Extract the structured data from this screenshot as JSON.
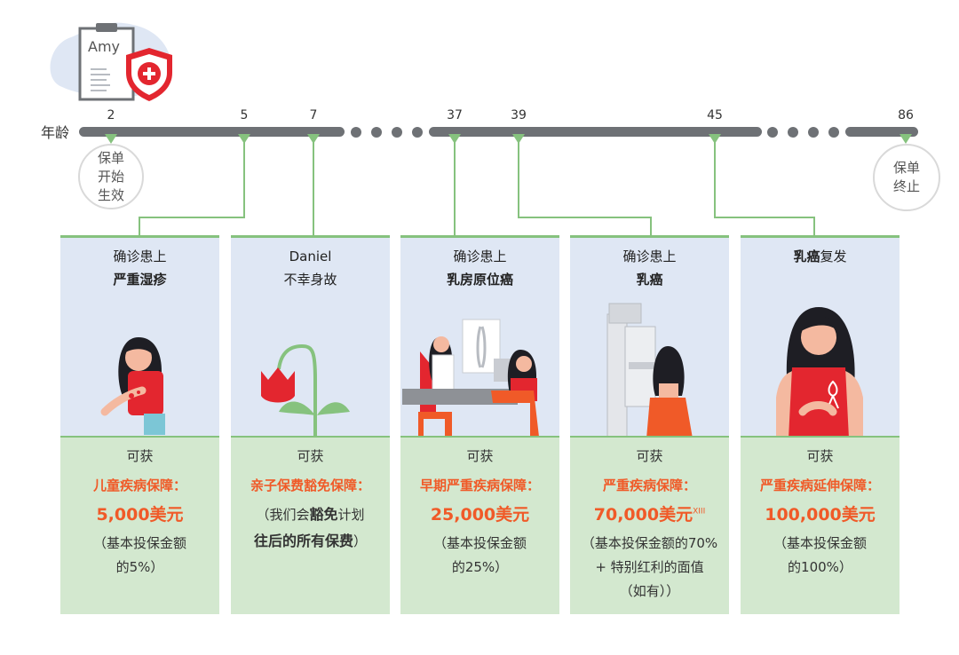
{
  "header": {
    "clipboard_name": "Amy",
    "age_label": "年龄"
  },
  "timeline": {
    "ticks": [
      "2",
      "5",
      "7",
      "37",
      "39",
      "45",
      "86"
    ],
    "start_circle": [
      "保单",
      "开始",
      "生效"
    ],
    "end_circle": [
      "保单",
      "终止"
    ]
  },
  "colors": {
    "accent_orange": "#f05a28",
    "line_green": "#86c27e",
    "card_top_blue": "#dfe7f4",
    "card_bottom_green": "#d3e8cf",
    "timeline_grey": "#6e7175",
    "shield_red": "#e3262f"
  },
  "cards": [
    {
      "title_line1": "确诊患上",
      "title_line2": "严重湿疹",
      "illustration": "girl-with-eczema",
      "gain": "可获",
      "benefit": "儿童疾病保障：",
      "amount": "5,000美元",
      "note_line1": "（基本投保金额",
      "note_line2": "的5%）"
    },
    {
      "title_line1": "Daniel",
      "title_line2": "不幸身故",
      "illustration": "wilted-flower",
      "gain": "可获",
      "benefit": "亲子保费豁免保障：",
      "note_a": "（我们会",
      "note_b": "豁免",
      "note_c": "计划",
      "note_d": "往后的所有保费",
      "note_e": "）"
    },
    {
      "title_line1": "确诊患上",
      "title_line2": "乳房原位癌",
      "illustration": "doctor-consultation",
      "gain": "可获",
      "benefit": "早期严重疾病保障：",
      "amount": "25,000美元",
      "note_line1": "（基本投保金额",
      "note_line2": "的25%）"
    },
    {
      "title_line1": "确诊患上",
      "title_line2": "乳癌",
      "illustration": "mammogram-machine",
      "gain": "可获",
      "benefit": "严重疾病保障：",
      "amount": "70,000美元",
      "amount_sup": "XIII",
      "note_line1": "（基本投保金额的70%",
      "note_line2": "+ 特别红利的面值",
      "note_line3": "（如有））"
    },
    {
      "title_bold": "乳癌",
      "title_rest": "复发",
      "illustration": "woman-with-ribbon",
      "gain": "可获",
      "benefit": "严重疾病延伸保障：",
      "amount": "100,000美元",
      "note_line1": "（基本投保金额",
      "note_line2": "的100%）"
    }
  ]
}
